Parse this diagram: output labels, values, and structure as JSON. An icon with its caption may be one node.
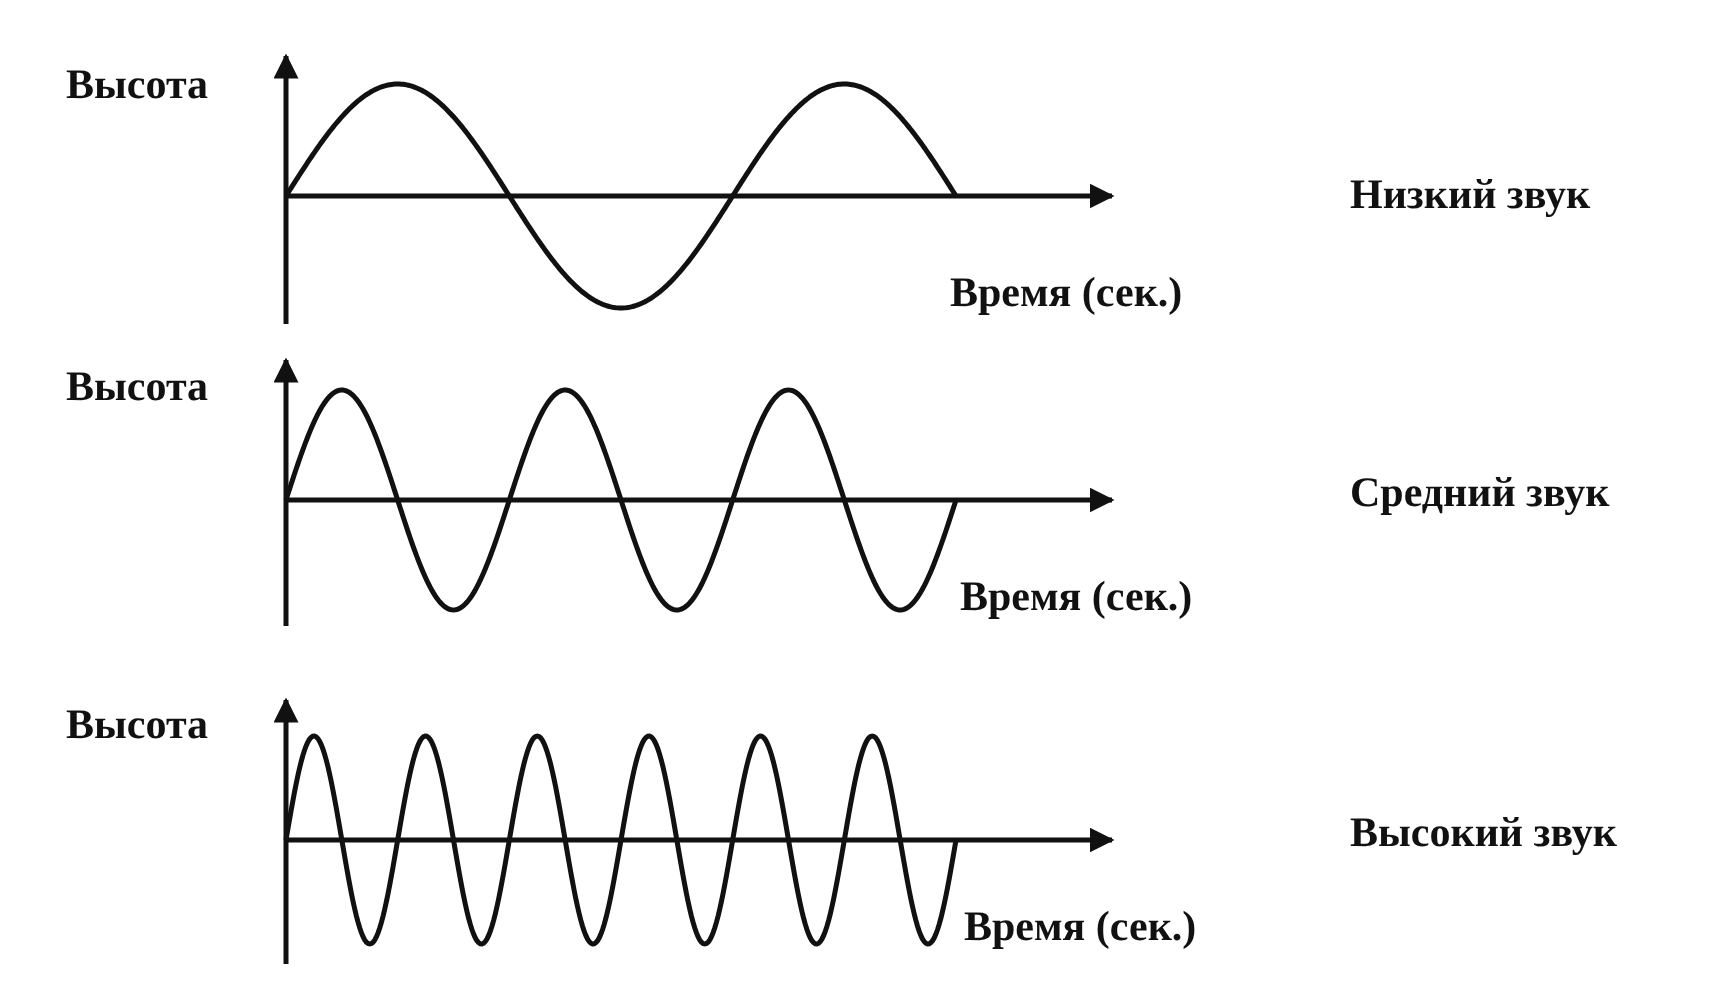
{
  "diagram": {
    "labels": [
      "Высота",
      "Низкий звук",
      "Время (сек.)",
      "Высота",
      "Средний звук",
      "Время (сек.)",
      "Высота",
      "Высокий звук",
      "Время (сек.)"
    ]
  }
}
